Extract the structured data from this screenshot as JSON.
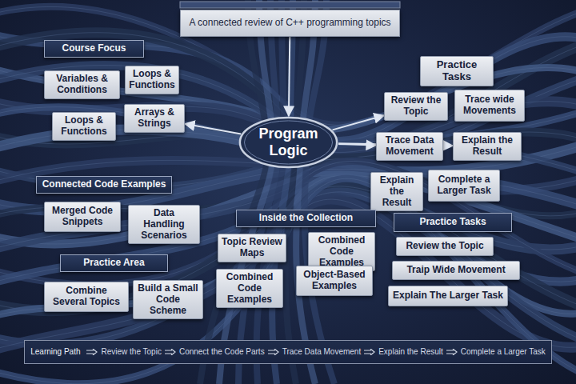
{
  "diagram": {
    "nodes": [
      {
        "text": [
          "A connected review of C++ programming topics"
        ]
      },
      {
        "text": [
          "Course Focus"
        ]
      },
      {
        "text": [
          "Variables & Conditions"
        ]
      },
      {
        "text": [
          "Loops & Functions"
        ]
      },
      {
        "text": [
          "Loops & Functions"
        ]
      },
      {
        "text": [
          "Arrays & Strings"
        ]
      },
      {
        "text": [
          "Practice Tasks"
        ]
      },
      {
        "text": [
          "Review the Topic"
        ]
      },
      {
        "text": [
          "Trace wide Movements"
        ]
      },
      {
        "text": [
          "Program Logic"
        ]
      },
      {
        "text": [
          "Trace Data Movement"
        ]
      },
      {
        "text": [
          "Explain the Result"
        ]
      },
      {
        "text": [
          "Explain the Result"
        ]
      },
      {
        "text": [
          "Complete a Larger Task"
        ]
      },
      {
        "text": [
          "Connected Code Examples"
        ]
      },
      {
        "text": [
          "Merged Code Snippets"
        ]
      },
      {
        "text": [
          "Data Handling Scenarios"
        ]
      },
      {
        "text": [
          "Inside the Collection"
        ]
      },
      {
        "text": [
          "Practice Tasks"
        ]
      },
      {
        "text": [
          "Topic Review Maps"
        ]
      },
      {
        "text": [
          "Combined Code Examples"
        ]
      },
      {
        "text": [
          "Review the Topic"
        ]
      },
      {
        "text": [
          "Combined Code Examples"
        ]
      },
      {
        "text": [
          "Object-Based Examples"
        ]
      },
      {
        "text": [
          "Traip Wide Movement"
        ]
      },
      {
        "text": [
          "Practice Area"
        ]
      },
      {
        "text": [
          "Explain The Larger Task"
        ]
      },
      {
        "text": [
          "Combine Several Topics"
        ]
      },
      {
        "text": [
          "Build a Small Code Scheme"
        ]
      },
      {
        "text": [
          "Learning Path",
          "Review the Topic",
          "Connect the Code Parts",
          "Trace Data Movement",
          "Explain the Result",
          "Complete a Larger Task"
        ]
      }
    ],
    "edges": [
      {
        "from": 0,
        "to": 9,
        "arrow": "to"
      },
      {
        "from": 9,
        "to": 7,
        "arrow": "to"
      },
      {
        "from": 9,
        "to": 10,
        "arrow": "to"
      },
      {
        "from": 9,
        "to": 11,
        "arrow": "to"
      },
      {
        "from": 9,
        "to": 5,
        "arrow": "to"
      }
    ]
  }
}
